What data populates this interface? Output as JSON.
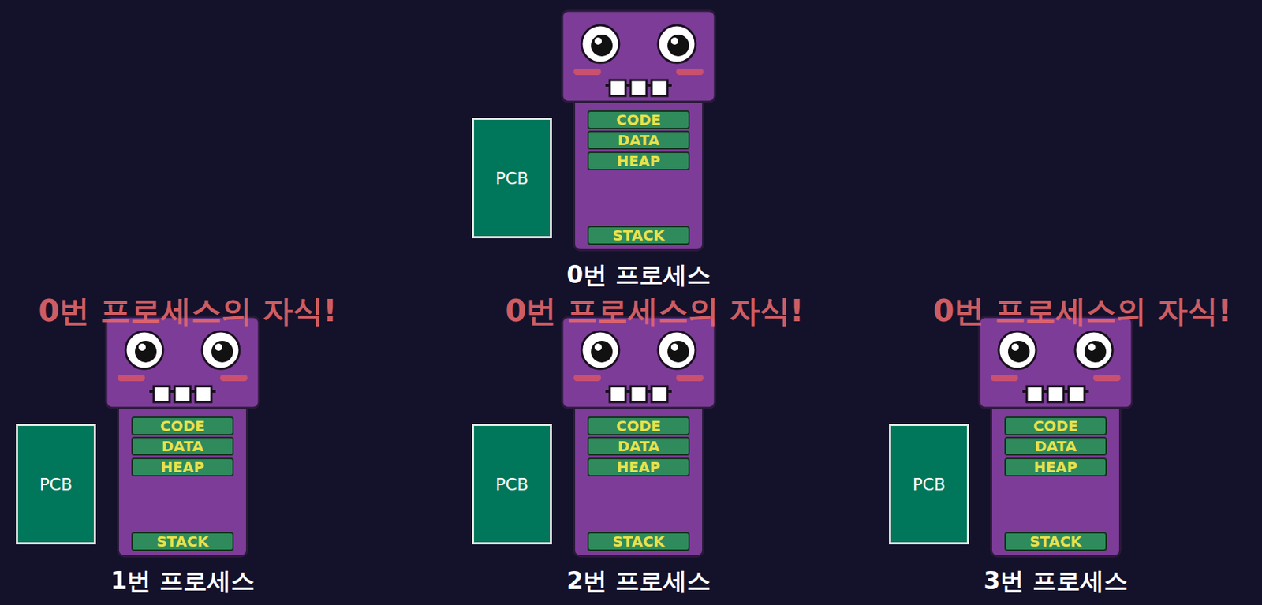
{
  "diagram": {
    "nodes": [
      {
        "text": [
          "0번 프로세스"
        ]
      },
      {
        "text": [
          "CODE"
        ],
        "in": 0
      },
      {
        "text": [
          "DATA"
        ],
        "in": 0
      },
      {
        "text": [
          "HEAP"
        ],
        "in": 0
      },
      {
        "text": [
          "STACK"
        ],
        "in": 0
      },
      {
        "text": [
          "PCB"
        ]
      },
      {
        "text": [
          "1번 프로세스"
        ]
      },
      {
        "text": [
          "CODE"
        ],
        "in": 6
      },
      {
        "text": [
          "DATA"
        ],
        "in": 6
      },
      {
        "text": [
          "HEAP"
        ],
        "in": 6
      },
      {
        "text": [
          "STACK"
        ],
        "in": 6
      },
      {
        "text": [
          "PCB"
        ]
      },
      {
        "text": [
          "2번 프로세스"
        ]
      },
      {
        "text": [
          "CODE"
        ],
        "in": 12
      },
      {
        "text": [
          "DATA"
        ],
        "in": 12
      },
      {
        "text": [
          "HEAP"
        ],
        "in": 12
      },
      {
        "text": [
          "STACK"
        ],
        "in": 12
      },
      {
        "text": [
          "PCB"
        ]
      },
      {
        "text": [
          "3번 프로세스"
        ]
      },
      {
        "text": [
          "CODE"
        ],
        "in": 18
      },
      {
        "text": [
          "DATA"
        ],
        "in": 18
      },
      {
        "text": [
          "HEAP"
        ],
        "in": 18
      },
      {
        "text": [
          "STACK"
        ],
        "in": 18
      },
      {
        "text": [
          "PCB"
        ]
      }
    ],
    "labels": [
      "0번 프로세스의 자식!",
      "0번 프로세스의 자식!",
      "0번 프로세스의 자식!"
    ]
  }
}
